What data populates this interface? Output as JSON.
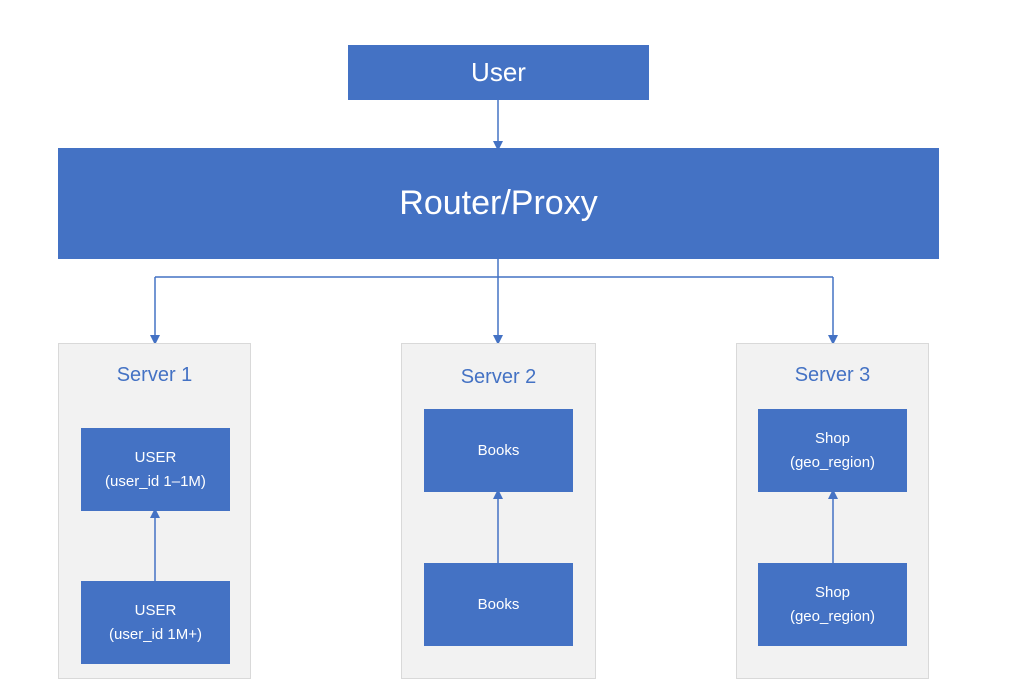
{
  "colors": {
    "box_fill": "#4472c4",
    "server_fill": "#f2f2f2",
    "server_border": "#d9d9d9",
    "connector": "#4472c4",
    "server_title": "#4472c4"
  },
  "user": {
    "label": "User"
  },
  "router": {
    "label": "Router/Proxy"
  },
  "servers": [
    {
      "title": "Server 1",
      "top_box": {
        "line1": "USER",
        "line2": "(user_id 1–1M)"
      },
      "bottom_box": {
        "line1": "USER",
        "line2": "(user_id 1M+)"
      }
    },
    {
      "title": "Server 2",
      "top_box": {
        "line1": "Books"
      },
      "bottom_box": {
        "line1": "Books"
      }
    },
    {
      "title": "Server 3",
      "top_box": {
        "line1": "Shop",
        "line2": "(geo_region)"
      },
      "bottom_box": {
        "line1": "Shop",
        "line2": "(geo_region)"
      }
    }
  ]
}
